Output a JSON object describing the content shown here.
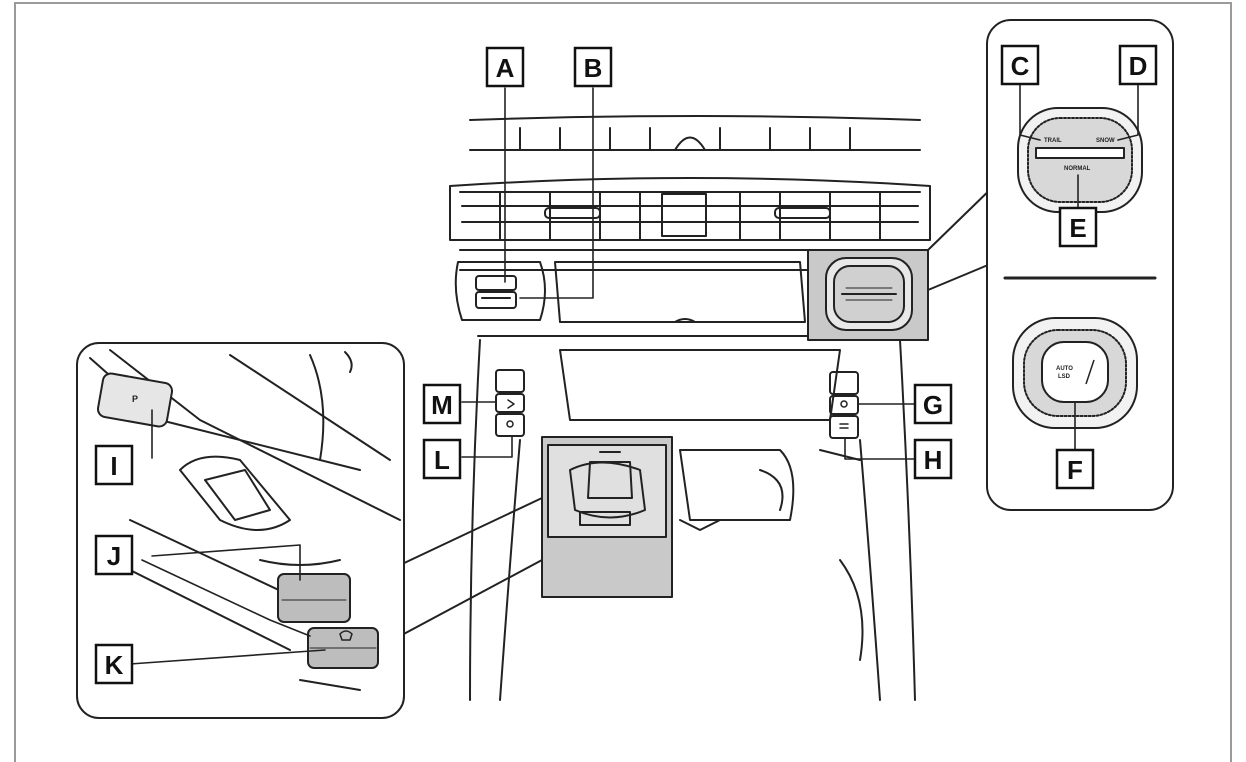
{
  "labels": {
    "A": "A",
    "B": "B",
    "C": "C",
    "D": "D",
    "E": "E",
    "F": "F",
    "G": "G",
    "H": "H",
    "I": "I",
    "J": "J",
    "K": "K",
    "L": "L",
    "M": "M"
  },
  "dial_top": {
    "left_text": "TRAIL",
    "right_text": "SNOW",
    "bottom_text": "NORMAL"
  },
  "dial_bottom": {
    "line1": "AUTO",
    "line2": "LSD"
  },
  "colors": {
    "line": "#222222",
    "highlight": "#c9c9c9",
    "frame": "#9a9a9a"
  }
}
